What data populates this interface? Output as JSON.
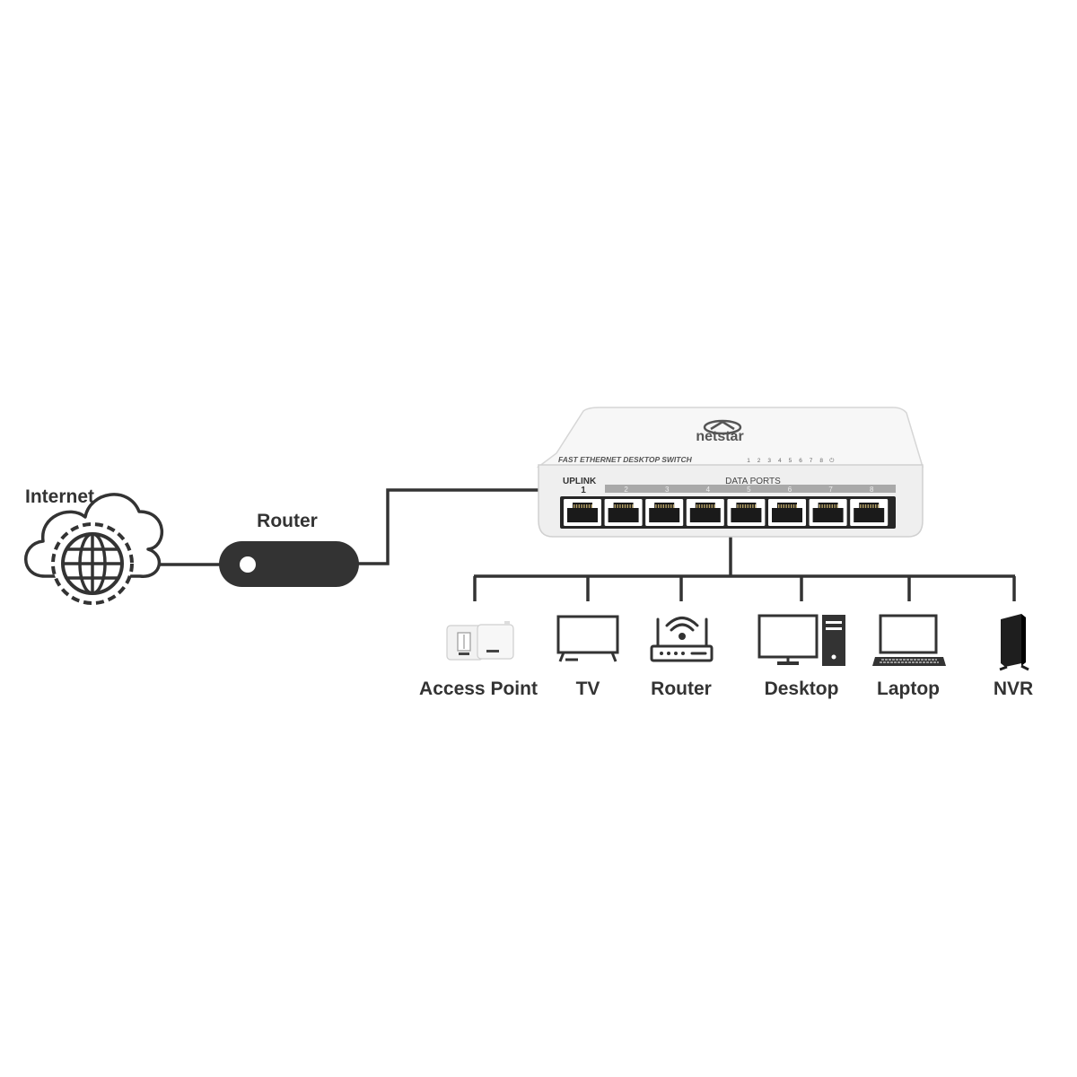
{
  "colors": {
    "line": "#333333",
    "text": "#333333",
    "switch_body": "#f3f3f3",
    "port_strip": "#a9a9a9"
  },
  "internet": {
    "label": "Internet",
    "icon": "cloud-globe-icon"
  },
  "router_main": {
    "label": "Router",
    "icon": "router-pill-icon"
  },
  "switch": {
    "brand": "netstar",
    "model_text": "FAST ETHERNET DESKTOP SWITCH",
    "uplink_label": "UPLINK",
    "uplink_number": "1",
    "data_ports_label": "DATA PORTS",
    "port_numbers": [
      "2",
      "3",
      "4",
      "5",
      "6",
      "7",
      "8"
    ],
    "led_numbers": [
      "1",
      "2",
      "3",
      "4",
      "5",
      "6",
      "7",
      "8",
      "⏻"
    ]
  },
  "devices": [
    {
      "label": "Access Point",
      "icon": "access-point-icon"
    },
    {
      "label": "TV",
      "icon": "tv-icon"
    },
    {
      "label": "Router",
      "icon": "wifi-router-icon"
    },
    {
      "label": "Desktop",
      "icon": "desktop-icon"
    },
    {
      "label": "Laptop",
      "icon": "laptop-icon"
    },
    {
      "label": "NVR",
      "icon": "nvr-icon"
    }
  ]
}
